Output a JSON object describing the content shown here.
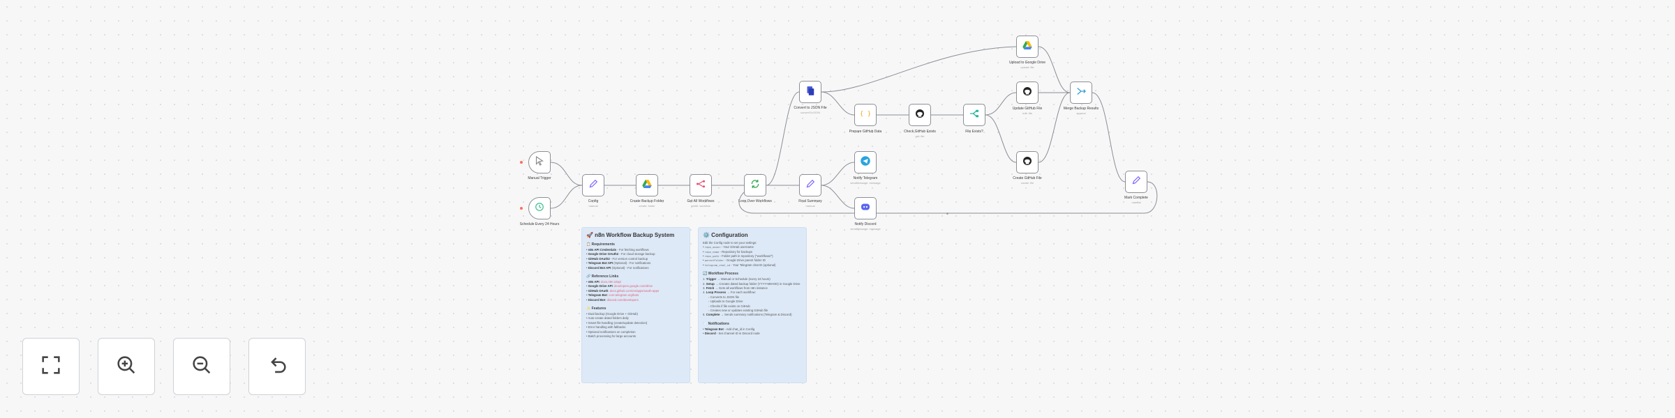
{
  "nodes": {
    "manual_trigger": {
      "title": "Manual Trigger",
      "icon": "cursor-icon"
    },
    "schedule_trigger": {
      "title": "Schedule Every 24 Hours",
      "icon": "clock-icon"
    },
    "config": {
      "title": "Config",
      "subtitle": "manual",
      "icon": "pencil-icon"
    },
    "create_folder": {
      "title": "Create Backup Folder",
      "subtitle": "create: folder",
      "icon": "google-drive-icon"
    },
    "get_workflows": {
      "title": "Get All Workflows",
      "subtitle": "getAll: workflow",
      "icon": "n8n-icon"
    },
    "loop": {
      "title": "Loop Over Workflows",
      "icon": "loop-icon"
    },
    "convert": {
      "title": "Convert to JSON File",
      "subtitle": "convertToJSON",
      "icon": "convert-file-icon"
    },
    "prepare": {
      "title": "Prepare GitHub Data",
      "icon": "code-braces-icon"
    },
    "check_github": {
      "title": "Check GitHub Exists",
      "subtitle": "get: file",
      "icon": "github-icon"
    },
    "file_exists": {
      "title": "File Exists?",
      "icon": "if-branch-icon"
    },
    "upload_drive": {
      "title": "Upload to Google Drive",
      "subtitle": "upload: file",
      "icon": "google-drive-icon"
    },
    "update_github": {
      "title": "Update GitHub File",
      "subtitle": "edit: file",
      "icon": "github-icon"
    },
    "create_github": {
      "title": "Create GitHub File",
      "subtitle": "create: file",
      "icon": "github-icon"
    },
    "merge": {
      "title": "Merge Backup Results",
      "subtitle": "append",
      "icon": "merge-icon"
    },
    "mark_complete": {
      "title": "Mark Complete",
      "subtitle": "manual",
      "icon": "pencil-icon"
    },
    "final_summary": {
      "title": "Final Summary",
      "subtitle": "manual",
      "icon": "pencil-icon"
    },
    "notify_telegram": {
      "title": "Notify Telegram",
      "subtitle": "sendMessage: message",
      "icon": "telegram-icon"
    },
    "notify_discord": {
      "title": "Notify Discord",
      "subtitle": "sendMessage: message",
      "icon": "discord-icon"
    }
  },
  "sticky_system": {
    "title": "🚀 n8n Workflow Backup System",
    "requirements_heading": "📋 Requirements",
    "requirements": [
      {
        "name": "n8n API Credentials",
        "desc": " - For fetching workflows"
      },
      {
        "name": "Google Drive OAuth2",
        "desc": " - For cloud storage backup"
      },
      {
        "name": "GitHub OAuth2",
        "desc": " - For version control backup"
      },
      {
        "name": "Telegram Bot API",
        "desc": " (Optional) - For notifications"
      },
      {
        "name": "Discord Bot API",
        "desc": " (Optional) - For notifications"
      }
    ],
    "links_heading": "🔗 Reference Links",
    "links": [
      {
        "name": "n8n API",
        "url": "docs.n8n.io/api"
      },
      {
        "name": "Google Drive API",
        "url": "developers.google.com/drive"
      },
      {
        "name": "GitHub OAuth",
        "url": "docs.github.com/en/apps/oauth-apps"
      },
      {
        "name": "Telegram Bot",
        "url": "core.telegram.org/bots"
      },
      {
        "name": "Discord Bot",
        "url": "discord.com/developers"
      }
    ],
    "features_heading": "✨ Features",
    "features": [
      "Dual backup (Google Drive + GitHub)",
      "Auto-create dated folders daily",
      "Smart file handling (create/update detection)",
      "Error handling with fallbacks",
      "Optional notifications on completion",
      "Batch processing for large accounts"
    ]
  },
  "sticky_config": {
    "title": "⚙️ Configuration",
    "intro": "Edit the Config node to set your settings:",
    "settings": [
      {
        "key": "repo_owner",
        "desc": " - Your GitHub username"
      },
      {
        "key": "repo_name",
        "desc": " - Repository for backups"
      },
      {
        "key": "repo_path",
        "desc": " - Folder path in repository (\"workflows/\")"
      },
      {
        "key": "parentFolder",
        "desc": " - Google Drive parent folder ID"
      },
      {
        "key": "telegram_chat_id",
        "desc": " - Your Telegram chat ID (optional)"
      }
    ],
    "process_heading": "🔄 Workflow Process",
    "process": [
      {
        "name": "Trigger",
        "desc": " → Manual or Schedule (every 24 hours)"
      },
      {
        "name": "Setup",
        "desc": " → Creates dated backup folder (YYYY-MM-DD) in Google Drive"
      },
      {
        "name": "Fetch",
        "desc": " → Gets all workflows from n8n instance"
      },
      {
        "name": "Loop Process",
        "desc": " → For each workflow:"
      }
    ],
    "process_sub": [
      "Converts to JSON file",
      "Uploads to Google Drive",
      "Checks if file exists on GitHub",
      "Creates new or updates existing GitHub file"
    ],
    "process_end": {
      "name": "Complete",
      "desc": " → Sends summary notifications (Telegram & Discord)"
    },
    "notif_heading": "📨 Notifications",
    "notifs": [
      {
        "name": "Telegram Bot",
        "desc": " - Add chat_id in Config"
      },
      {
        "name": "Discord",
        "desc": " - Set channel ID in Discord node"
      }
    ]
  },
  "controls": {
    "fit": {
      "icon": "fit-view-icon"
    },
    "zoom_in": {
      "icon": "zoom-in-icon"
    },
    "zoom_out": {
      "icon": "zoom-out-icon"
    },
    "reset": {
      "icon": "undo-icon"
    }
  },
  "colors": {
    "sticky_bg": "#dde9f7",
    "trigger_marker": "#ff6d5a",
    "edge": "#8a8d94",
    "node_border": "#8d8f96"
  }
}
